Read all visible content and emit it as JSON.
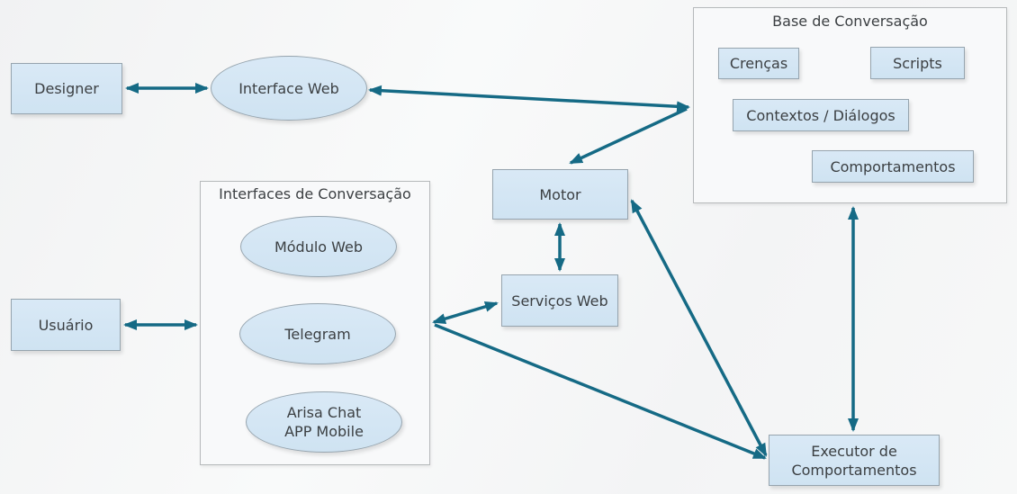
{
  "diagram": {
    "nodes": {
      "designer": "Designer",
      "usuario": "Usuário",
      "interface_web": "Interface Web",
      "motor": "Motor",
      "servicos_web": "Serviços Web",
      "executor": {
        "line1": "Executor de",
        "line2": "Comportamentos"
      },
      "modulo_web": "Módulo Web",
      "telegram": "Telegram",
      "arisa": {
        "line1": "Arisa Chat",
        "line2": "APP Mobile"
      },
      "crencas": "Crenças",
      "scripts": "Scripts",
      "contextos_dialogos": "Contextos / Diálogos",
      "comportamentos": "Comportamentos"
    },
    "containers": {
      "base": {
        "title": "Base de Conversação"
      },
      "interfaces": {
        "title": "Interfaces de Conversação"
      }
    },
    "connections": [
      {
        "from": "Designer",
        "to": "Interface Web",
        "bidirectional": true
      },
      {
        "from": "Interface Web",
        "to": "Base de Conversação",
        "bidirectional": true
      },
      {
        "from": "Motor",
        "to": "Base de Conversação",
        "bidirectional": true
      },
      {
        "from": "Motor",
        "to": "Serviços Web",
        "bidirectional": true
      },
      {
        "from": "Usuário",
        "to": "Interfaces de Conversação",
        "bidirectional": true
      },
      {
        "from": "Interfaces de Conversação",
        "to": "Serviços Web",
        "bidirectional": true
      },
      {
        "from": "Interfaces de Conversação",
        "to": "Executor de Comportamentos",
        "bidirectional": true
      },
      {
        "from": "Motor",
        "to": "Executor de Comportamentos",
        "bidirectional": true
      },
      {
        "from": "Base de Conversação",
        "to": "Executor de Comportamentos",
        "bidirectional": true
      }
    ],
    "colors": {
      "arrow": "#156a85",
      "node_fill": "#d2e5f3",
      "node_border": "#96a4ae",
      "container_fill": "#f8f9fa",
      "container_border": "#b6b9bb",
      "text": "#3b3f42",
      "background": "#f5f6f6"
    }
  }
}
